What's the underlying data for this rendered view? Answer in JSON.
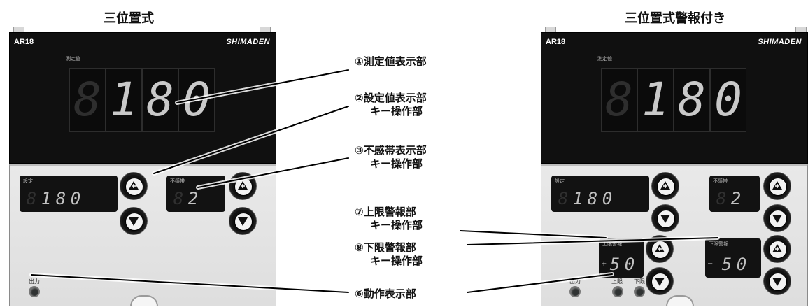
{
  "titles": {
    "left": "三位置式",
    "right": "三位置式警報付き"
  },
  "device": {
    "model": "AR18",
    "brand": "SHIMADEN",
    "pv_label": "測定値",
    "pv_digits": [
      "8",
      "1",
      "8",
      "0"
    ],
    "sv_label": "設定",
    "sv_digits": [
      "8",
      "1",
      "8",
      "0"
    ],
    "db_label": "不感帯",
    "db_digits": [
      "8",
      "2"
    ],
    "hi_label": "上限警報",
    "hi_sign": "+",
    "hi_digits": [
      "5",
      "0"
    ],
    "lo_label": "下限警報",
    "lo_sign": "−",
    "lo_digits": [
      "5",
      "0"
    ],
    "out_label": "出力",
    "hi_led_label": "上限",
    "lo_led_label": "下限"
  },
  "callouts": {
    "c1": {
      "line1": "①測定値表示部"
    },
    "c2": {
      "line1": "②設定値表示部",
      "line2": "キー操作部"
    },
    "c3": {
      "line1": "③不感帯表示部",
      "line2": "キー操作部"
    },
    "c7": {
      "line1": "⑦上限警報部",
      "line2": "キー操作部"
    },
    "c8": {
      "line1": "⑧下限警報部",
      "line2": "キー操作部"
    },
    "c6": {
      "line1": "⑥動作表示部"
    }
  },
  "icons": {
    "up": "up-triangle-icon",
    "down": "down-triangle-icon"
  }
}
